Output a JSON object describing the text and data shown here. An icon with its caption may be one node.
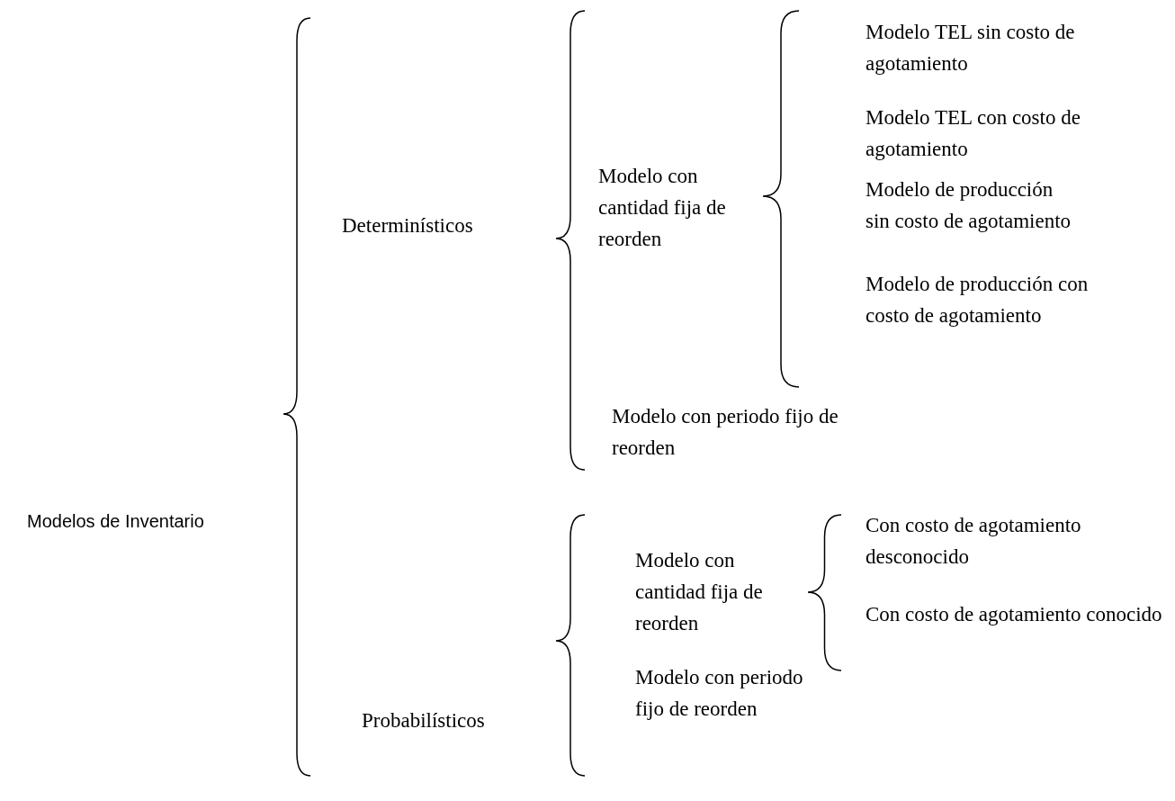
{
  "diagram": {
    "labels": [
      "Modelos de Inventario",
      "Determinísticos",
      "Modelo con cantidad fija de reorden",
      "Modelo TEL sin costo de agotamiento",
      "Modelo TEL con costo de agotamiento",
      "Modelo de producción sin costo de agotamiento",
      "Modelo de producción con costo de agotamiento",
      "Modelo con periodo fijo de reorden",
      "Probabilísticos",
      "Modelo con cantidad fija de reorden",
      "Con costo de agotamiento desconocido",
      "Con costo de agotamiento conocido",
      "Modelo con periodo fijo de reorden"
    ]
  }
}
